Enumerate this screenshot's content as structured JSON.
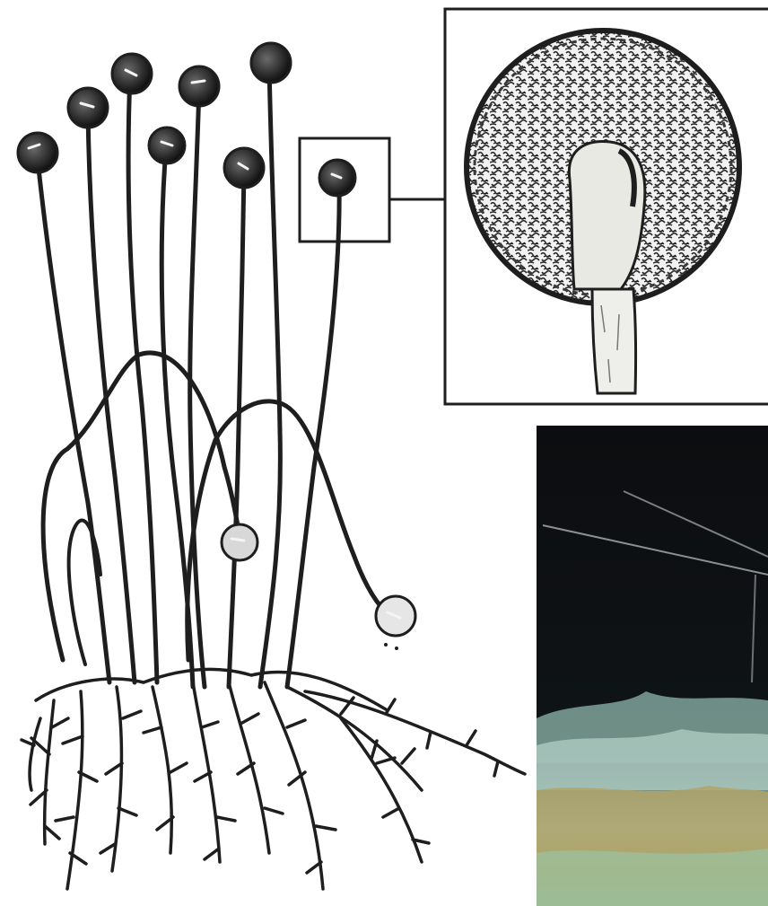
{
  "figure": {
    "subject": "mold-sporangiophores-with-rhizoids",
    "panels": [
      {
        "id": "drawing",
        "depicts": "line-drawing-of-sporangiophores-and-rhizoids"
      },
      {
        "id": "inset",
        "depicts": "magnified-sporangium-with-columella"
      },
      {
        "id": "photo",
        "depicts": "photograph-of-mold-colony"
      }
    ],
    "colors": {
      "ink": "#1e1e1e",
      "paper": "#ffffff",
      "photo_background": "#0d0f12",
      "photo_mold": "#93b8ad",
      "photo_substrate": "#a6a167"
    }
  }
}
